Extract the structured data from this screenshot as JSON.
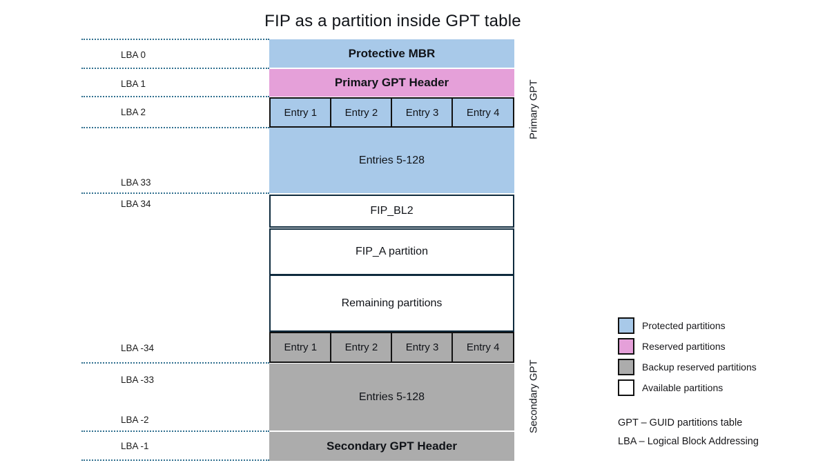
{
  "title": "FIP as a partition inside GPT table",
  "lba": [
    "LBA 0",
    "LBA 1",
    "LBA 2",
    "LBA 33",
    "LBA 34",
    "LBA -34",
    "LBA -33",
    "LBA -2",
    "LBA -1"
  ],
  "diagram": {
    "protective_mbr": "Protective MBR",
    "primary_gpt_header": "Primary GPT Header",
    "primary_entries": [
      "Entry 1",
      "Entry 2",
      "Entry 3",
      "Entry 4"
    ],
    "primary_entries_rest": "Entries 5-128",
    "fip_bl2": "FIP_BL2",
    "fip_a": "FIP_A partition",
    "remaining": "Remaining partitions",
    "secondary_entries": [
      "Entry 1",
      "Entry 2",
      "Entry 3",
      "Entry 4"
    ],
    "secondary_entries_rest": "Entries 5-128",
    "secondary_gpt_header": "Secondary GPT Header"
  },
  "side_labels": {
    "primary": "Primary GPT",
    "secondary": "Secondary GPT"
  },
  "legend": {
    "items": [
      {
        "label": "Protected partitions",
        "color": "#A8C9E9"
      },
      {
        "label": "Reserved partitions",
        "color": "#E5A0D9"
      },
      {
        "label": "Backup reserved partitions",
        "color": "#ACACAC"
      },
      {
        "label": "Available partitions",
        "color": "#FFFFFF"
      }
    ],
    "abbreviations": [
      "GPT – GUID partitions table",
      "LBA – Logical Block Addressing"
    ]
  },
  "colors": {
    "protected": "#A8C9E9",
    "reserved": "#E5A0D9",
    "backup": "#ACACAC",
    "available": "#FFFFFF",
    "dotted_line": "#2E6E8E",
    "white_block_border": "#0E2A3D",
    "entry_border": "#111111"
  }
}
